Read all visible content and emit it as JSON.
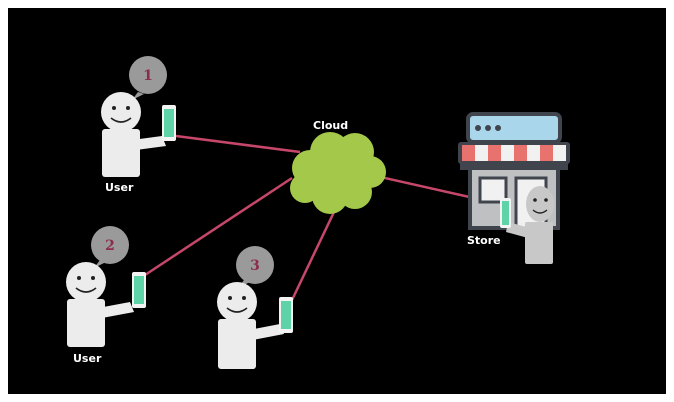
{
  "labels": {
    "cloud": "Cloud",
    "store": "Store",
    "user_1": "User",
    "user_2": "User"
  },
  "bubbles": [
    "1",
    "2",
    "3"
  ],
  "colors": {
    "background": "#000000",
    "frame": "#ffffff",
    "connection": "#c7476a",
    "cloud": "#a4c84a",
    "phone": "#5fd3a8",
    "person": "#ececec",
    "store_person": "#c8c8c8",
    "bubble": "#9a9a9a",
    "bubble_number": "#8b2c4f",
    "awning_red": "#e8726d",
    "awning_white": "#f1f1f1",
    "store_sign": "#a9d6ea",
    "store_body": "#bfc0c2",
    "store_outline": "#3f444d"
  }
}
